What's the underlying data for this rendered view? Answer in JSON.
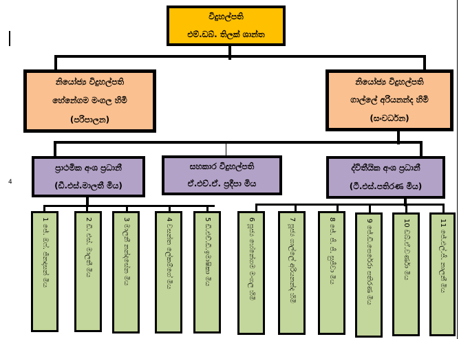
{
  "chart_data": {
    "type": "org-chart",
    "nodes": {
      "director": {
        "title": "විදුහල්පති",
        "name": "එම්.ඩබ්. තිලක් ශාන්ත"
      },
      "deputy_left": {
        "title": "නියෝජ්‍ය විදුහල්පති",
        "name": "හේනේගම මංගල හිමි",
        "section": "(පරිපාලන)"
      },
      "deputy_right": {
        "title": "නියෝජ්‍ය විදුහල්පති",
        "name": "ගාල්ලේ අරියනන්ද හිමි",
        "section": "(සංවර්ධන)"
      },
      "primary_head": {
        "title": "ප්‍රාථමික අංශ ප්‍රධානී",
        "name": "(ඩී.එස්.මාලතී මිය)"
      },
      "assistant_principal": {
        "title": "සහකාර විදුහල්පති",
        "name": "ඒ.එච්.ඒ. ප්‍රදීපා මිය"
      },
      "secondary_head": {
        "title": "ද්විතීයික අංශ ප්‍රධානී",
        "name": "(ටී.එස්.පතිරණ මිය)"
      }
    },
    "primary_teachers": [
      "1 ජේ. ඔෆ්. ජිනදාසන් මිය",
      "2 ඩී. එස්. මාලතී මිය",
      "3 මාලනී නන්දසේන මිය",
      "4 වසන්ත ලේකම්ගේ මිය",
      "5 ඩී.එච්.ඩී.ඉමාෂිකා මිය"
    ],
    "secondary_teachers": [
      "6 පූජ්‍ය හේනේගම මංගල හිමි",
      "7 පූජ්‍ය ගාල්ලේ අරියනන්ද හිමි",
      "8 ජේ. ජී. ජී. සුජීවා මිය",
      "9 ජේ.ඩී.පෙරේරා පතිරණ මිය",
      "10 ඩබ්.ඒ.වර්ණා මිය",
      "11 ජේ.එල්.ජී. නාලනී මිය"
    ],
    "stray_marks": {
      "left_number": "4"
    },
    "colors": {
      "top": "#ffc000",
      "deputy": "#fac090",
      "middle": "#b3a2c7",
      "leaf": "#c3d69b"
    }
  }
}
